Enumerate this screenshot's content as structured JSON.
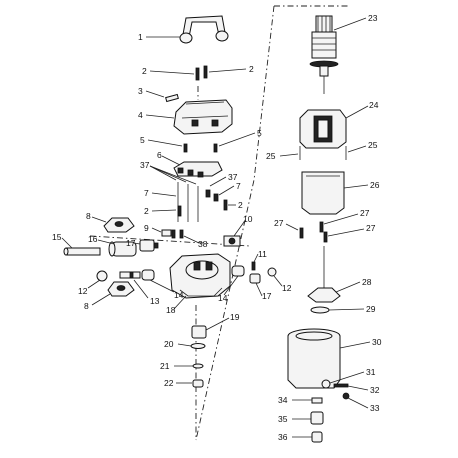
{
  "diagram": {
    "callouts": [
      {
        "id": "c1",
        "text": "1"
      },
      {
        "id": "c2a",
        "text": "2"
      },
      {
        "id": "c2b",
        "text": "2"
      },
      {
        "id": "c3",
        "text": "3"
      },
      {
        "id": "c4",
        "text": "4"
      },
      {
        "id": "c5a",
        "text": "5"
      },
      {
        "id": "c5b",
        "text": "5"
      },
      {
        "id": "c6",
        "text": "6"
      },
      {
        "id": "c37a",
        "text": "37"
      },
      {
        "id": "c37b",
        "text": "37"
      },
      {
        "id": "c7a",
        "text": "7"
      },
      {
        "id": "c7b",
        "text": "7"
      },
      {
        "id": "c2c",
        "text": "2"
      },
      {
        "id": "c2d",
        "text": "2"
      },
      {
        "id": "c8a",
        "text": "8"
      },
      {
        "id": "c9",
        "text": "9"
      },
      {
        "id": "c10",
        "text": "10"
      },
      {
        "id": "c38",
        "text": "38"
      },
      {
        "id": "c15",
        "text": "15"
      },
      {
        "id": "c16",
        "text": "16"
      },
      {
        "id": "c17a",
        "text": "17"
      },
      {
        "id": "c11",
        "text": "11"
      },
      {
        "id": "c12a",
        "text": "12"
      },
      {
        "id": "c8b",
        "text": "8"
      },
      {
        "id": "c13",
        "text": "13"
      },
      {
        "id": "c14a",
        "text": "14"
      },
      {
        "id": "c14b",
        "text": "14"
      },
      {
        "id": "c17b",
        "text": "17"
      },
      {
        "id": "c12b",
        "text": "12"
      },
      {
        "id": "c18",
        "text": "18"
      },
      {
        "id": "c19",
        "text": "19"
      },
      {
        "id": "c20",
        "text": "20"
      },
      {
        "id": "c21",
        "text": "21"
      },
      {
        "id": "c22",
        "text": "22"
      },
      {
        "id": "c23",
        "text": "23"
      },
      {
        "id": "c24",
        "text": "24"
      },
      {
        "id": "c25a",
        "text": "25"
      },
      {
        "id": "c25b",
        "text": "25"
      },
      {
        "id": "c26",
        "text": "26"
      },
      {
        "id": "c27a",
        "text": "27"
      },
      {
        "id": "c27b",
        "text": "27"
      },
      {
        "id": "c27c",
        "text": "27"
      },
      {
        "id": "c28",
        "text": "28"
      },
      {
        "id": "c29",
        "text": "29"
      },
      {
        "id": "c30",
        "text": "30"
      },
      {
        "id": "c31",
        "text": "31"
      },
      {
        "id": "c32",
        "text": "32"
      },
      {
        "id": "c33",
        "text": "33"
      },
      {
        "id": "c34",
        "text": "34"
      },
      {
        "id": "c35",
        "text": "35"
      },
      {
        "id": "c36",
        "text": "36"
      }
    ]
  }
}
